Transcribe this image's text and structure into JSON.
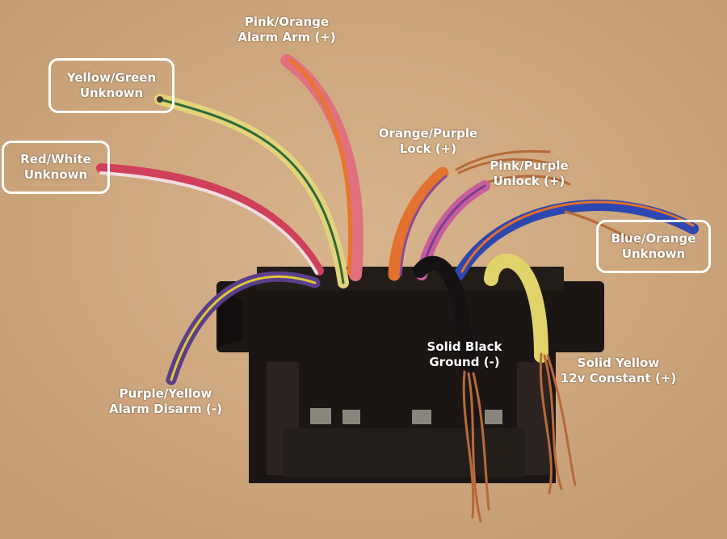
{
  "photo": {
    "background_color": "#c9a27a",
    "connector_color": "#1b1614"
  },
  "labels": {
    "yellow_green": {
      "line1": "Yellow/Green",
      "line2": "Unknown"
    },
    "red_white": {
      "line1": "Red/White",
      "line2": "Unknown"
    },
    "pink_orange": {
      "line1": "Pink/Orange",
      "line2": "Alarm Arm (+)"
    },
    "orange_purple": {
      "line1": "Orange/Purple",
      "line2": "Lock (+)"
    },
    "pink_purple": {
      "line1": "Pink/Purple",
      "line2": "Unlock (+)"
    },
    "blue_orange": {
      "line1": "Blue/Orange",
      "line2": "Unknown"
    },
    "solid_black": {
      "line1": "Solid Black",
      "line2": "Ground (-)"
    },
    "solid_yellow": {
      "line1": "Solid Yellow",
      "line2": "12v Constant (+)"
    },
    "purple_yellow": {
      "line1": "Purple/Yellow",
      "line2": "Alarm Disarm (-)"
    }
  },
  "wires": {
    "red_white": {
      "base": "#d0405a",
      "stripe": "#f3dde3"
    },
    "yellow_green": {
      "base": "#e3d37a",
      "stripe": "#2c6a3a"
    },
    "pink_orange": {
      "base": "#e0707e",
      "stripe": "#e8752e"
    },
    "orange_purple": {
      "base": "#e3722e",
      "stripe": "#8a4a98"
    },
    "pink_purple": {
      "base": "#c95d9c",
      "stripe": "#7a3f94"
    },
    "blue_orange": {
      "base": "#2d47b0",
      "stripe": "#e0702e"
    },
    "purple_yellow": {
      "base": "#5a3f8a",
      "stripe": "#e0c838"
    },
    "solid_black": {
      "base": "#141212"
    },
    "solid_yellow": {
      "base": "#dfd36a"
    },
    "copper": "#b76a3a"
  }
}
